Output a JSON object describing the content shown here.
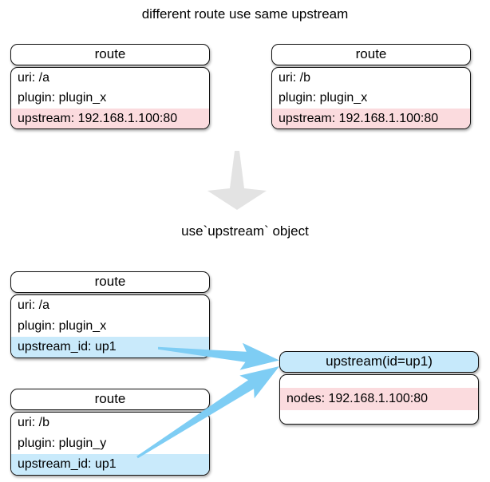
{
  "top": {
    "caption": "different route use same upstream",
    "routes": [
      {
        "header": "route",
        "rows": [
          "uri: /a",
          "plugin: plugin_x",
          "upstream: 192.168.1.100:80"
        ]
      },
      {
        "header": "route",
        "rows": [
          "uri: /b",
          "plugin: plugin_x",
          "upstream: 192.168.1.100:80"
        ]
      }
    ]
  },
  "bottom": {
    "caption": "use`upstream` object",
    "routes": [
      {
        "header": "route",
        "rows": [
          "uri: /a",
          "plugin: plugin_x",
          "upstream_id: up1"
        ]
      },
      {
        "header": "route",
        "rows": [
          "uri: /b",
          "plugin: plugin_y",
          "upstream_id: up1"
        ]
      }
    ],
    "upstream": {
      "header": "upstream(id=up1)",
      "rows": [
        "nodes: 192.168.1.100:80"
      ]
    }
  },
  "colors": {
    "pink_highlight": "#fbdbde",
    "blue_highlight": "#c9eafb",
    "blue_header": "#c6e9fb",
    "arrow_blue": "#7ecdf4",
    "arrow_gray": "#e3e3e3",
    "border": "#111111"
  }
}
